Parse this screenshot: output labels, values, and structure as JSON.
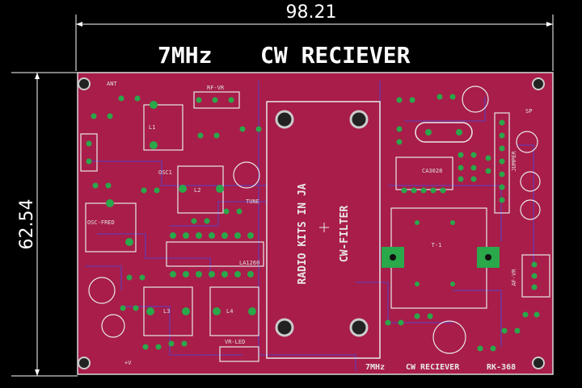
{
  "dimensions": {
    "width": "98.21",
    "height": "62.54"
  },
  "board": {
    "title_freq": "7MHz",
    "title_name": "CW RECIEVER",
    "vertical_label": "RADIO KITS IN JA",
    "filter_label": "CW-FILTER",
    "footer_freq": "7MHz",
    "footer_name": "CW RECIEVER",
    "footer_model": "RK-368",
    "labels": {
      "ant": "ANT",
      "rf_vr": "RF-VR",
      "osc_fred": "OSC-FRED",
      "osc1": "OSC1",
      "sp": "SP",
      "jumper": "JUMPER",
      "ic_la1260": "LA1260",
      "ic_ca3028": "CA3028",
      "t1": "T-1",
      "vr_led": "VR-LED",
      "af_vr": "AF-VR",
      "tune": "TUNE",
      "l1": "L1",
      "l2": "L2",
      "l3": "L3",
      "l4": "L4",
      "plus_v": "+V"
    },
    "colors": {
      "board": "#a81d4a",
      "silkscreen": "#e8e8e8",
      "pad": "#2aa84a",
      "trace": "#6a3aa8",
      "background": "#000000"
    }
  }
}
